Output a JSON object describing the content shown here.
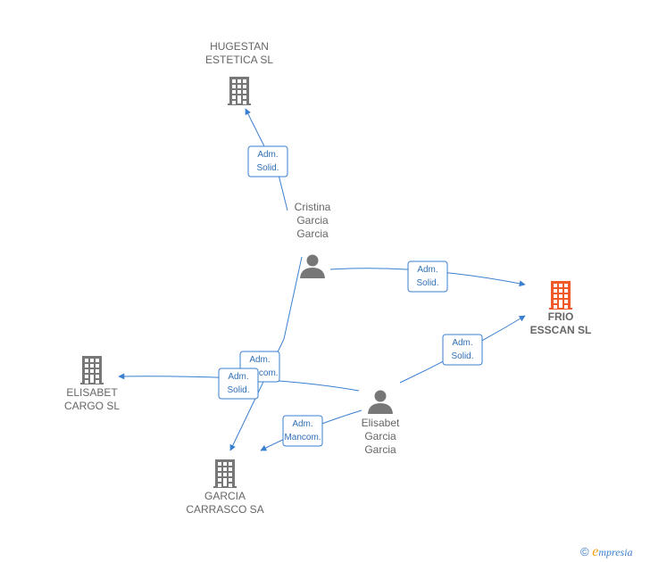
{
  "colors": {
    "edge": "#3a7fd0",
    "company_icon": "#777777",
    "main_company_icon": "#f05a28",
    "person_icon": "#777777",
    "label": "#666666"
  },
  "nodes": [
    {
      "id": "hugestan",
      "kind": "company",
      "icon": "building-icon",
      "lines": [
        "HUGESTAN",
        "ESTETICA SL"
      ]
    },
    {
      "id": "cristina",
      "kind": "person",
      "icon": "person-icon",
      "lines": [
        "Cristina",
        "Garcia",
        "Garcia"
      ]
    },
    {
      "id": "frio",
      "kind": "company",
      "main": true,
      "icon": "building-icon",
      "lines": [
        "FRIO",
        "ESSCAN  SL"
      ]
    },
    {
      "id": "elisabet_cargo",
      "kind": "company",
      "icon": "building-icon",
      "lines": [
        "ELISABET",
        "CARGO  SL"
      ]
    },
    {
      "id": "elisabet",
      "kind": "person",
      "icon": "person-icon",
      "lines": [
        "Elisabet",
        "Garcia",
        "Garcia"
      ]
    },
    {
      "id": "garcia_carrasco",
      "kind": "company",
      "icon": "building-icon",
      "lines": [
        "GARCIA",
        "CARRASCO SA"
      ]
    }
  ],
  "edges": [
    {
      "from": "cristina",
      "to": "hugestan",
      "role": [
        "Adm.",
        "Solid."
      ]
    },
    {
      "from": "cristina",
      "to": "frio",
      "role": [
        "Adm.",
        "Solid."
      ]
    },
    {
      "from": "cristina",
      "to": "garcia_carrasco",
      "role": [
        "Adm.",
        "Mancom."
      ]
    },
    {
      "from": "elisabet",
      "to": "frio",
      "role": [
        "Adm.",
        "Solid."
      ]
    },
    {
      "from": "elisabet",
      "to": "elisabet_cargo",
      "role": [
        "Adm.",
        "Solid."
      ]
    },
    {
      "from": "elisabet",
      "to": "garcia_carrasco",
      "role": [
        "Adm.",
        "Mancom."
      ]
    }
  ],
  "footer": {
    "copyright_symbol": "©",
    "brand_initial": "e",
    "brand_rest": "mpresia"
  }
}
